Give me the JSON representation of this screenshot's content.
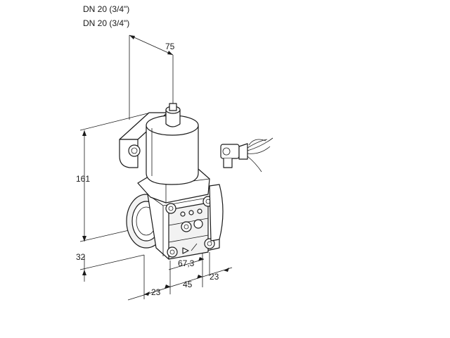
{
  "connection_labels": [
    "DN 20 (3/4\")",
    "DN 20 (3/4\")"
  ],
  "dimensions": {
    "top_width": "75",
    "height": "161",
    "lower_height": "32",
    "flange_offset": "67,3",
    "front_left": "23",
    "front_middle": "45",
    "front_right": "23"
  }
}
